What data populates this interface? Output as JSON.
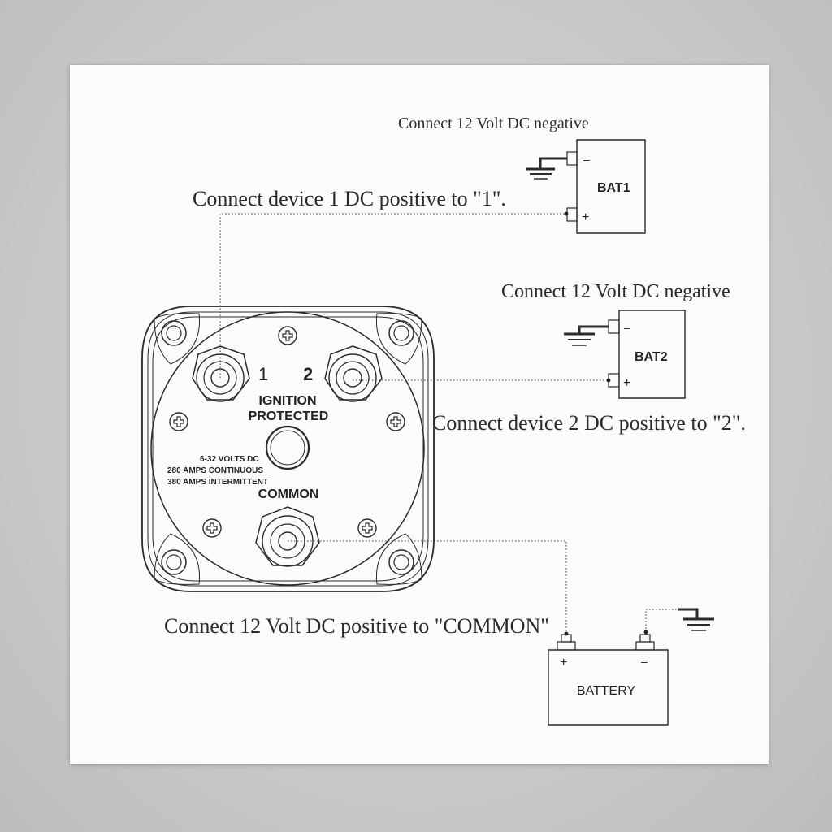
{
  "labels": {
    "bat1_negative": "Connect 12 Volt DC negative",
    "device1": "Connect device 1 DC positive to  \"1\".",
    "bat2_negative": "Connect 12 Volt DC negative",
    "device2": "Connect device 2 DC positive to  \"2\".",
    "common": "Connect 12 Volt DC positive to \"COMMON\""
  },
  "switch": {
    "terminal_1": "1",
    "terminal_2": "2",
    "ignition": "IGNITION",
    "protected": "PROTECTED",
    "common": "COMMON",
    "volts": "6-32 VOLTS DC",
    "amps_continuous": "280 AMPS CONTINUOUS",
    "amps_intermittent": "380 AMPS INTERMITTENT"
  },
  "bat1": {
    "name": "BAT1",
    "minus": "–",
    "plus": "+"
  },
  "bat2": {
    "name": "BAT2",
    "minus": "–",
    "plus": "+"
  },
  "battery": {
    "name": "BATTERY",
    "plus": "+",
    "minus": "–"
  }
}
